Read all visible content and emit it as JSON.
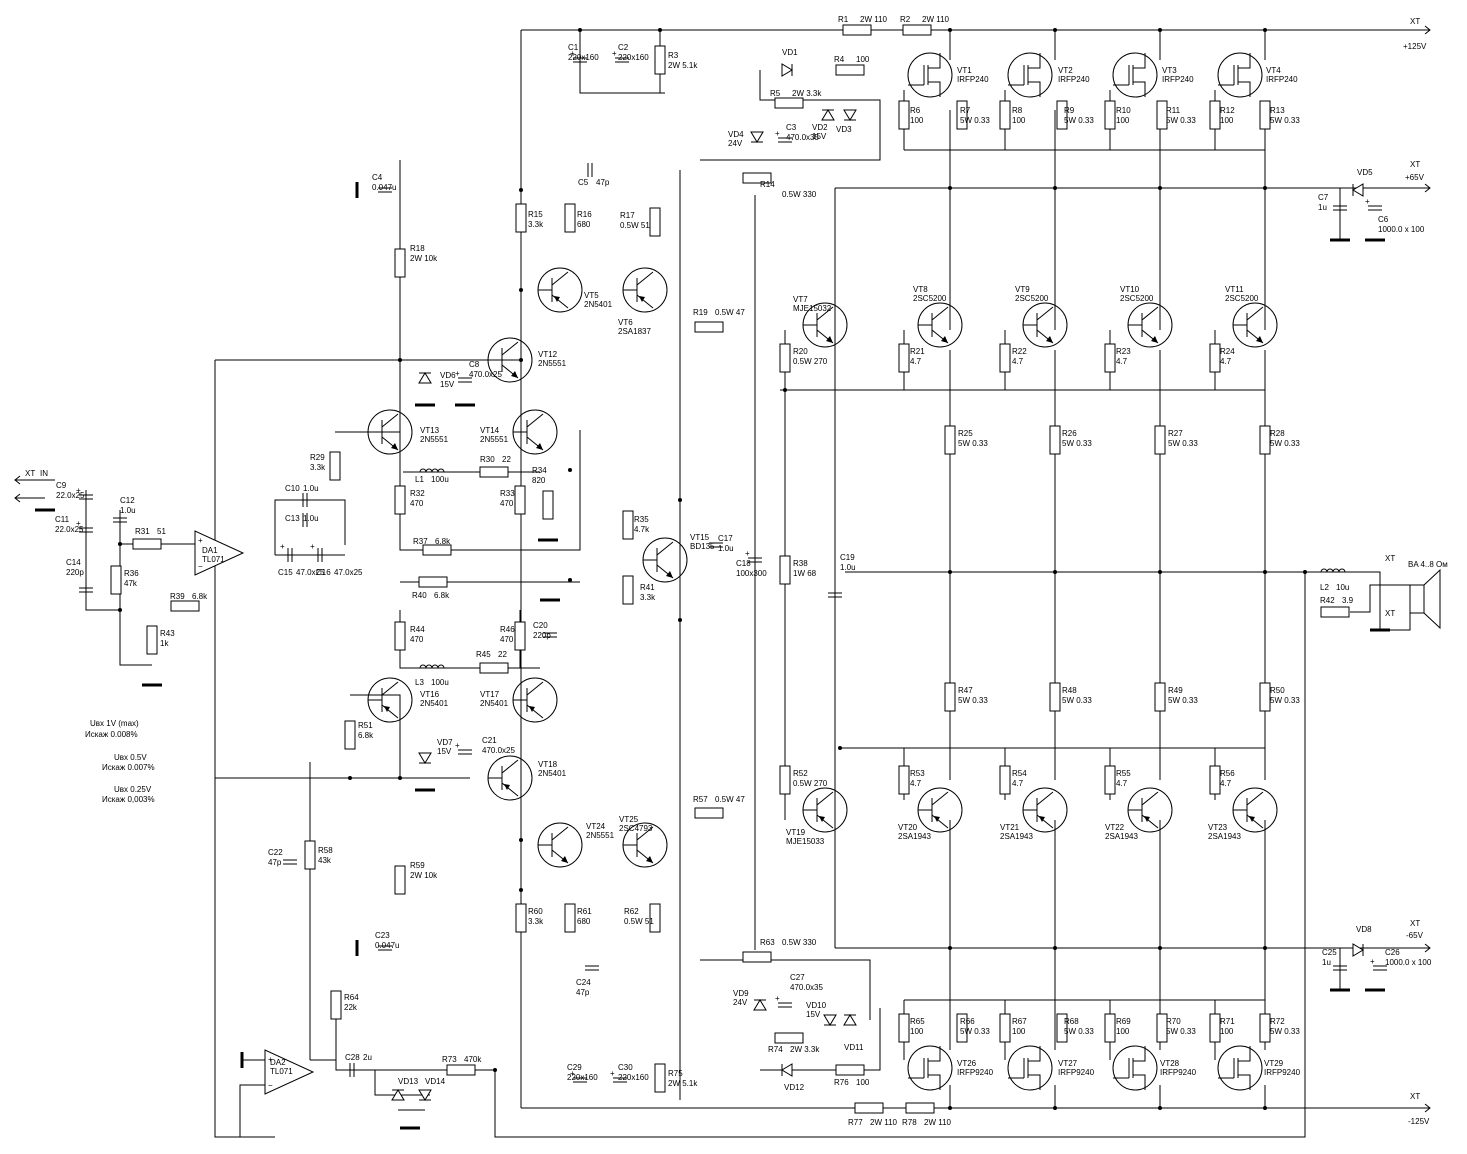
{
  "rails": {
    "p125": {
      "tag": "XT",
      "label": "+125V"
    },
    "p65": {
      "tag": "XT",
      "label": "+65V"
    },
    "m65": {
      "tag": "XT",
      "label": "-65V"
    },
    "m125": {
      "tag": "XT",
      "label": "-125V"
    }
  },
  "input": {
    "tag": "XT",
    "label": "IN"
  },
  "speaker": {
    "tag1": "XT",
    "tag2": "XT",
    "label": "BA 4..8 Ом"
  },
  "notes": [
    "Uвх 1V (max)",
    "Искаж 0.008%",
    "Uвх 0.5V",
    "Искаж 0.007%",
    "Uвх 0.25V",
    "Искаж 0,003%"
  ],
  "resistors_h": [
    {
      "ref": "R1",
      "val": "2W 110"
    },
    {
      "ref": "R2",
      "val": "2W 110"
    },
    {
      "ref": "R4",
      "val": "100"
    },
    {
      "ref": "R5",
      "val": "2W 3.3k"
    },
    {
      "ref": "R14",
      "val": "0.5W 330"
    },
    {
      "ref": "R19",
      "val": "0.5W 47"
    },
    {
      "ref": "R30",
      "val": "22"
    },
    {
      "ref": "R31",
      "val": "51"
    },
    {
      "ref": "R37",
      "val": "6.8k"
    },
    {
      "ref": "R39",
      "val": "6.8k"
    },
    {
      "ref": "R40",
      "val": "6.8k"
    },
    {
      "ref": "R45",
      "val": "22"
    },
    {
      "ref": "R57",
      "val": "0.5W 47"
    },
    {
      "ref": "R63",
      "val": "0.5W 330"
    },
    {
      "ref": "R73",
      "val": "470k"
    },
    {
      "ref": "R74",
      "val": "2W 3.3k"
    },
    {
      "ref": "R76",
      "val": "100"
    },
    {
      "ref": "R77",
      "val": "2W 110"
    },
    {
      "ref": "R78",
      "val": "2W 110"
    },
    {
      "ref": "R42",
      "val": "3.9"
    }
  ],
  "resistors_v": [
    {
      "ref": "R3",
      "val": "2W 5.1k"
    },
    {
      "ref": "R6",
      "val": "100"
    },
    {
      "ref": "R7",
      "val": "5W 0.33"
    },
    {
      "ref": "R8",
      "val": "100"
    },
    {
      "ref": "R9",
      "val": "5W 0.33"
    },
    {
      "ref": "R10",
      "val": "100"
    },
    {
      "ref": "R11",
      "val": "5W 0.33"
    },
    {
      "ref": "R12",
      "val": "100"
    },
    {
      "ref": "R13",
      "val": "5W 0.33"
    },
    {
      "ref": "R15",
      "val": "3.3k"
    },
    {
      "ref": "R16",
      "val": "680"
    },
    {
      "ref": "R17",
      "val": "0.5W 51"
    },
    {
      "ref": "R18",
      "val": "2W 10k"
    },
    {
      "ref": "R20",
      "val": "0.5W 270"
    },
    {
      "ref": "R21",
      "val": "4.7"
    },
    {
      "ref": "R22",
      "val": "4.7"
    },
    {
      "ref": "R23",
      "val": "4.7"
    },
    {
      "ref": "R24",
      "val": "4.7"
    },
    {
      "ref": "R25",
      "val": "5W 0.33"
    },
    {
      "ref": "R26",
      "val": "5W 0.33"
    },
    {
      "ref": "R27",
      "val": "5W 0.33"
    },
    {
      "ref": "R28",
      "val": "5W 0.33"
    },
    {
      "ref": "R29",
      "val": "3.3k"
    },
    {
      "ref": "R32",
      "val": "470"
    },
    {
      "ref": "R33",
      "val": "470"
    },
    {
      "ref": "R34",
      "val": "820"
    },
    {
      "ref": "R35",
      "val": "4.7k"
    },
    {
      "ref": "R36",
      "val": "47k"
    },
    {
      "ref": "R38",
      "val": "1W 68"
    },
    {
      "ref": "R41",
      "val": "3.3k"
    },
    {
      "ref": "R43",
      "val": "1k"
    },
    {
      "ref": "R44",
      "val": "470"
    },
    {
      "ref": "R46",
      "val": "470"
    },
    {
      "ref": "R47",
      "val": "5W 0.33"
    },
    {
      "ref": "R48",
      "val": "5W 0.33"
    },
    {
      "ref": "R49",
      "val": "5W 0.33"
    },
    {
      "ref": "R50",
      "val": "5W 0.33"
    },
    {
      "ref": "R51",
      "val": "6.8k"
    },
    {
      "ref": "R52",
      "val": "0.5W 270"
    },
    {
      "ref": "R53",
      "val": "4.7"
    },
    {
      "ref": "R54",
      "val": "4.7"
    },
    {
      "ref": "R55",
      "val": "4.7"
    },
    {
      "ref": "R56",
      "val": "4.7"
    },
    {
      "ref": "R58",
      "val": "43k"
    },
    {
      "ref": "R59",
      "val": "2W 10k"
    },
    {
      "ref": "R60",
      "val": "3.3k"
    },
    {
      "ref": "R61",
      "val": "680"
    },
    {
      "ref": "R62",
      "val": "0.5W 51"
    },
    {
      "ref": "R64",
      "val": "22k"
    },
    {
      "ref": "R65",
      "val": "100"
    },
    {
      "ref": "R66",
      "val": "5W 0.33"
    },
    {
      "ref": "R67",
      "val": "100"
    },
    {
      "ref": "R68",
      "val": "5W 0.33"
    },
    {
      "ref": "R69",
      "val": "100"
    },
    {
      "ref": "R70",
      "val": "5W 0.33"
    },
    {
      "ref": "R71",
      "val": "100"
    },
    {
      "ref": "R72",
      "val": "5W 0.33"
    },
    {
      "ref": "R75",
      "val": "2W 5.1k"
    }
  ],
  "capacitors": [
    {
      "ref": "C1",
      "val": "220x160"
    },
    {
      "ref": "C2",
      "val": "220x160"
    },
    {
      "ref": "C3",
      "val": "470.0x35"
    },
    {
      "ref": "C4",
      "val": "0.047u"
    },
    {
      "ref": "C5",
      "val": "47p"
    },
    {
      "ref": "C6",
      "val": "1000.0 x 100"
    },
    {
      "ref": "C7",
      "val": "1u"
    },
    {
      "ref": "C8",
      "val": "470.0x25"
    },
    {
      "ref": "C9",
      "val": "22.0x25"
    },
    {
      "ref": "C10",
      "val": "1.0u"
    },
    {
      "ref": "C11",
      "val": "22.0x25"
    },
    {
      "ref": "C12",
      "val": "1.0u"
    },
    {
      "ref": "C13",
      "val": "1.0u"
    },
    {
      "ref": "C14",
      "val": "220p"
    },
    {
      "ref": "C15",
      "val": "47.0x25"
    },
    {
      "ref": "C16",
      "val": "47.0x25"
    },
    {
      "ref": "C17",
      "val": "1.0u"
    },
    {
      "ref": "C18",
      "val": "100x300"
    },
    {
      "ref": "C19",
      "val": "1.0u"
    },
    {
      "ref": "C20",
      "val": "220p"
    },
    {
      "ref": "C21",
      "val": "470.0x25"
    },
    {
      "ref": "C22",
      "val": "47p"
    },
    {
      "ref": "C23",
      "val": "0.047u"
    },
    {
      "ref": "C24",
      "val": "47p"
    },
    {
      "ref": "C25",
      "val": "1u"
    },
    {
      "ref": "C26",
      "val": "1000.0 x 100"
    },
    {
      "ref": "C27",
      "val": "470.0x35"
    },
    {
      "ref": "C28",
      "val": "2u"
    },
    {
      "ref": "C29",
      "val": "220x160"
    },
    {
      "ref": "C30",
      "val": "220x160"
    }
  ],
  "transistors": [
    {
      "ref": "VT1",
      "val": "IRFP240"
    },
    {
      "ref": "VT2",
      "val": "IRFP240"
    },
    {
      "ref": "VT3",
      "val": "IRFP240"
    },
    {
      "ref": "VT4",
      "val": "IRFP240"
    },
    {
      "ref": "VT5",
      "val": "2N5401"
    },
    {
      "ref": "VT6",
      "val": "2SA1837"
    },
    {
      "ref": "VT7",
      "val": "MJE15032"
    },
    {
      "ref": "VT8",
      "val": "2SC5200"
    },
    {
      "ref": "VT9",
      "val": "2SC5200"
    },
    {
      "ref": "VT10",
      "val": "2SC5200"
    },
    {
      "ref": "VT11",
      "val": "2SC5200"
    },
    {
      "ref": "VT12",
      "val": "2N5551"
    },
    {
      "ref": "VT13",
      "val": "2N5551"
    },
    {
      "ref": "VT14",
      "val": "2N5551"
    },
    {
      "ref": "VT15",
      "val": "BD135"
    },
    {
      "ref": "VT16",
      "val": "2N5401"
    },
    {
      "ref": "VT17",
      "val": "2N5401"
    },
    {
      "ref": "VT18",
      "val": "2N5401"
    },
    {
      "ref": "VT19",
      "val": "MJE15033"
    },
    {
      "ref": "VT20",
      "val": "2SA1943"
    },
    {
      "ref": "VT21",
      "val": "2SA1943"
    },
    {
      "ref": "VT22",
      "val": "2SA1943"
    },
    {
      "ref": "VT23",
      "val": "2SA1943"
    },
    {
      "ref": "VT24",
      "val": "2N5551"
    },
    {
      "ref": "VT25",
      "val": "2SC4793"
    },
    {
      "ref": "VT26",
      "val": "IRFP9240"
    },
    {
      "ref": "VT27",
      "val": "IRFP9240"
    },
    {
      "ref": "VT28",
      "val": "IRFP9240"
    },
    {
      "ref": "VT29",
      "val": "IRFP9240"
    }
  ],
  "diodes": [
    {
      "ref": "VD1",
      "val": ""
    },
    {
      "ref": "VD2",
      "val": "15V"
    },
    {
      "ref": "VD3",
      "val": ""
    },
    {
      "ref": "VD4",
      "val": "24V"
    },
    {
      "ref": "VD5",
      "val": ""
    },
    {
      "ref": "VD6",
      "val": "15V"
    },
    {
      "ref": "VD7",
      "val": "15V"
    },
    {
      "ref": "VD8",
      "val": ""
    },
    {
      "ref": "VD9",
      "val": "24V"
    },
    {
      "ref": "VD10",
      "val": "15V"
    },
    {
      "ref": "VD11",
      "val": ""
    },
    {
      "ref": "VD12",
      "val": ""
    },
    {
      "ref": "VD13",
      "val": ""
    },
    {
      "ref": "VD14",
      "val": ""
    }
  ],
  "inductors": [
    {
      "ref": "L1",
      "val": "100u"
    },
    {
      "ref": "L2",
      "val": "10u"
    },
    {
      "ref": "L3",
      "val": "100u"
    }
  ],
  "opamps": [
    {
      "ref": "DA1",
      "val": "TL071"
    },
    {
      "ref": "DA2",
      "val": "TL071"
    }
  ]
}
